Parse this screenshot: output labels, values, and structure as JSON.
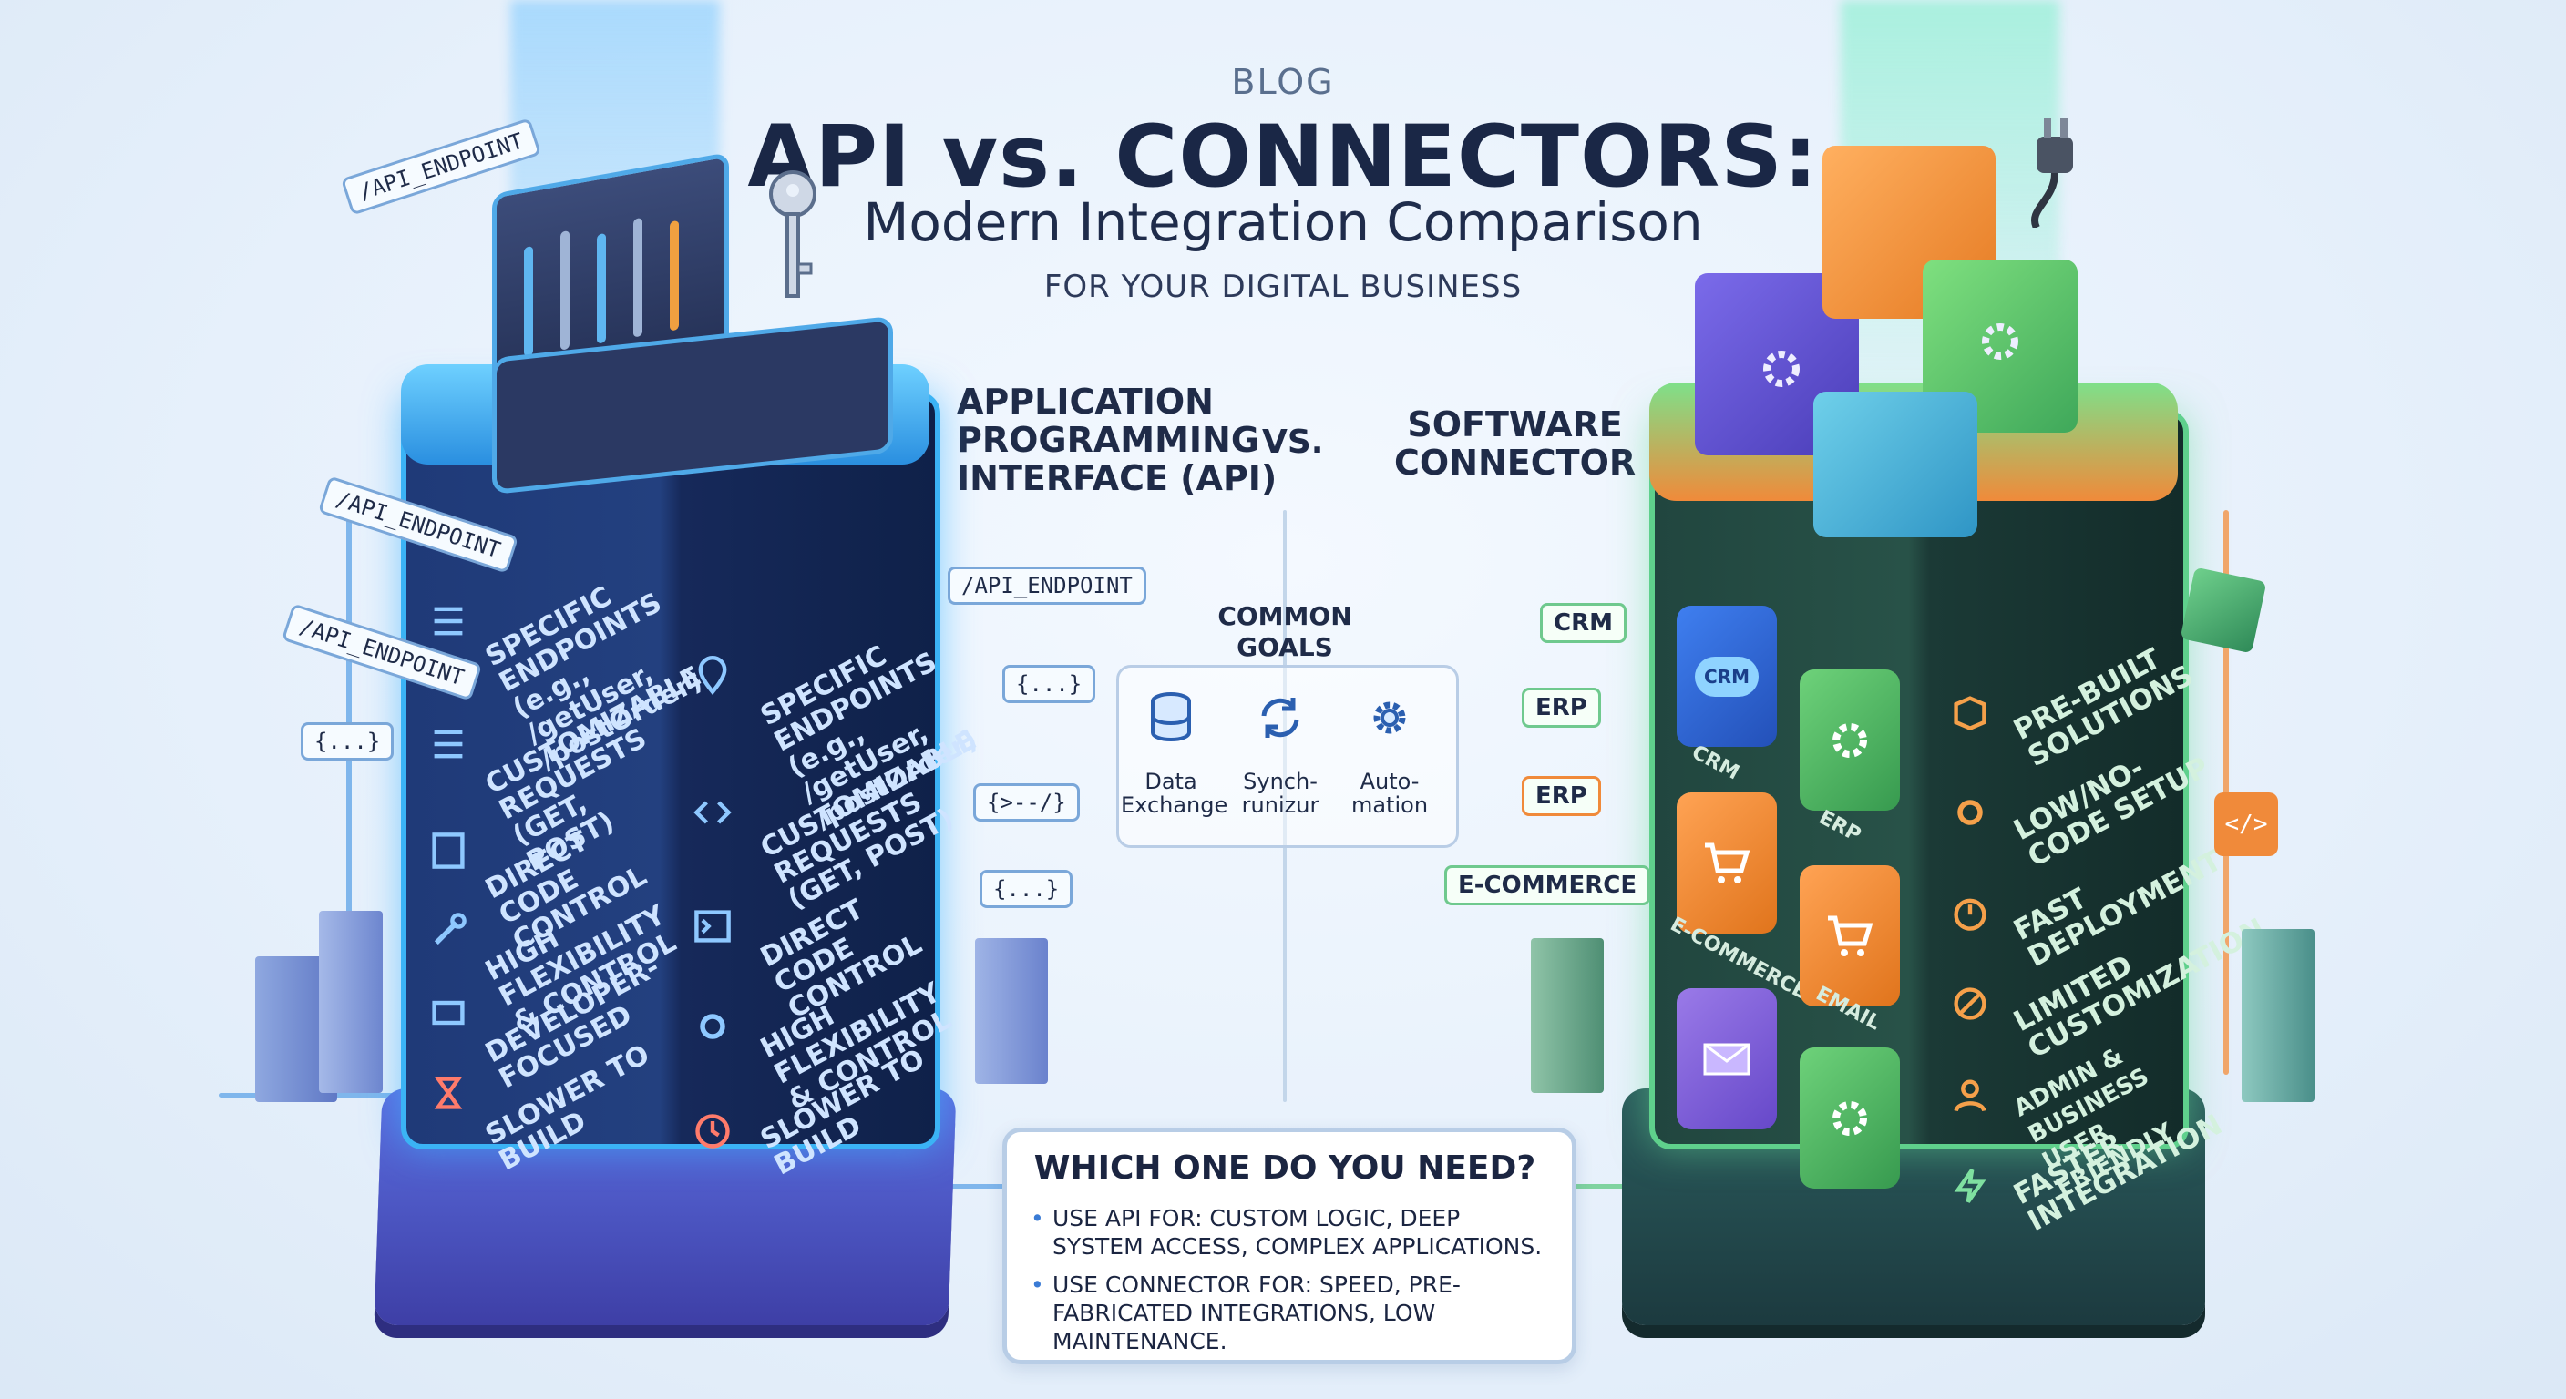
{
  "header": {
    "blog": "BLOG",
    "title": "API vs. CONNECTORS:",
    "subtitle": "Modern Integration Comparison",
    "tagline": "FOR YOUR DIGITAL BUSINESS"
  },
  "api": {
    "heading": [
      "APPLICATION",
      "PROGRAMMING",
      "INTERFACE (API)"
    ],
    "left_features": [
      "SPECIFIC ENDPOINTS (e.g., /getUser, /postOrder)",
      "CUSTOMIZABLE REQUESTS (GET, POST)",
      "DIRECT CODE CONTROL",
      "HIGH FLEXIBILITY & CONTROL",
      "DEVELOPER- FOCUSED",
      "SLOWER TO BUILD"
    ],
    "right_features": [
      "SPECIFIC ENDPOINTS (e.g., /getUser, /postOrder)",
      "CUSTOMIZABLE REQUESTS (GET, POST)",
      "DIRECT CODE CONTROL",
      "HIGH FLEXIBILITY & CONTROL",
      "SLOWER TO BUILD"
    ],
    "tags": [
      "/API_ENDPOINT",
      "/API_ENDPOINT",
      "/API_ENDPOINT",
      "/API_ENDPOINT"
    ],
    "code_tags": [
      "{...}",
      "{...}",
      "{>--/}",
      "{...}"
    ]
  },
  "vs": "VS.",
  "connector": {
    "heading": [
      "SOFTWARE",
      "CONNECTOR"
    ],
    "features": [
      "PRE-BUILT SOLUTIONS",
      "LOW/NO- CODE SETUP",
      "FAST DEPLOYMENT",
      "LIMITED CUSTOMIZATION",
      "ADMIN & BUSINESS USER FRIENDLY",
      "FASTER INTEGRATION"
    ],
    "tags": [
      "CRM",
      "ERP",
      "ERP",
      "E-COMMERCE"
    ],
    "tiles": [
      "CRM",
      "CRM",
      "ERP",
      "E-COMMERCE",
      "EMAIL"
    ]
  },
  "goals": {
    "title": [
      "COMMON",
      "GOALS"
    ],
    "items": [
      {
        "label": [
          "Data",
          "Exchange"
        ],
        "icon": "database-icon"
      },
      {
        "label": [
          "Synch-",
          "runizur"
        ],
        "icon": "sync-icon"
      },
      {
        "label": [
          "Auto-",
          "mation"
        ],
        "icon": "gear-icon"
      }
    ]
  },
  "decision": {
    "title": "WHICH ONE DO YOU NEED?",
    "items": [
      "USE API FOR: CUSTOM LOGIC, DEEP SYSTEM ACCESS, COMPLEX APPLICATIONS.",
      "USE CONNECTOR FOR: SPEED, PRE-FABRICATED INTEGRATIONS, LOW MAINTENANCE."
    ]
  },
  "colors": {
    "api_accent": "#3bb3f5",
    "connector_accent": "#5fd08c",
    "orange": "#f08a3a",
    "purple": "#6a5ad6"
  }
}
